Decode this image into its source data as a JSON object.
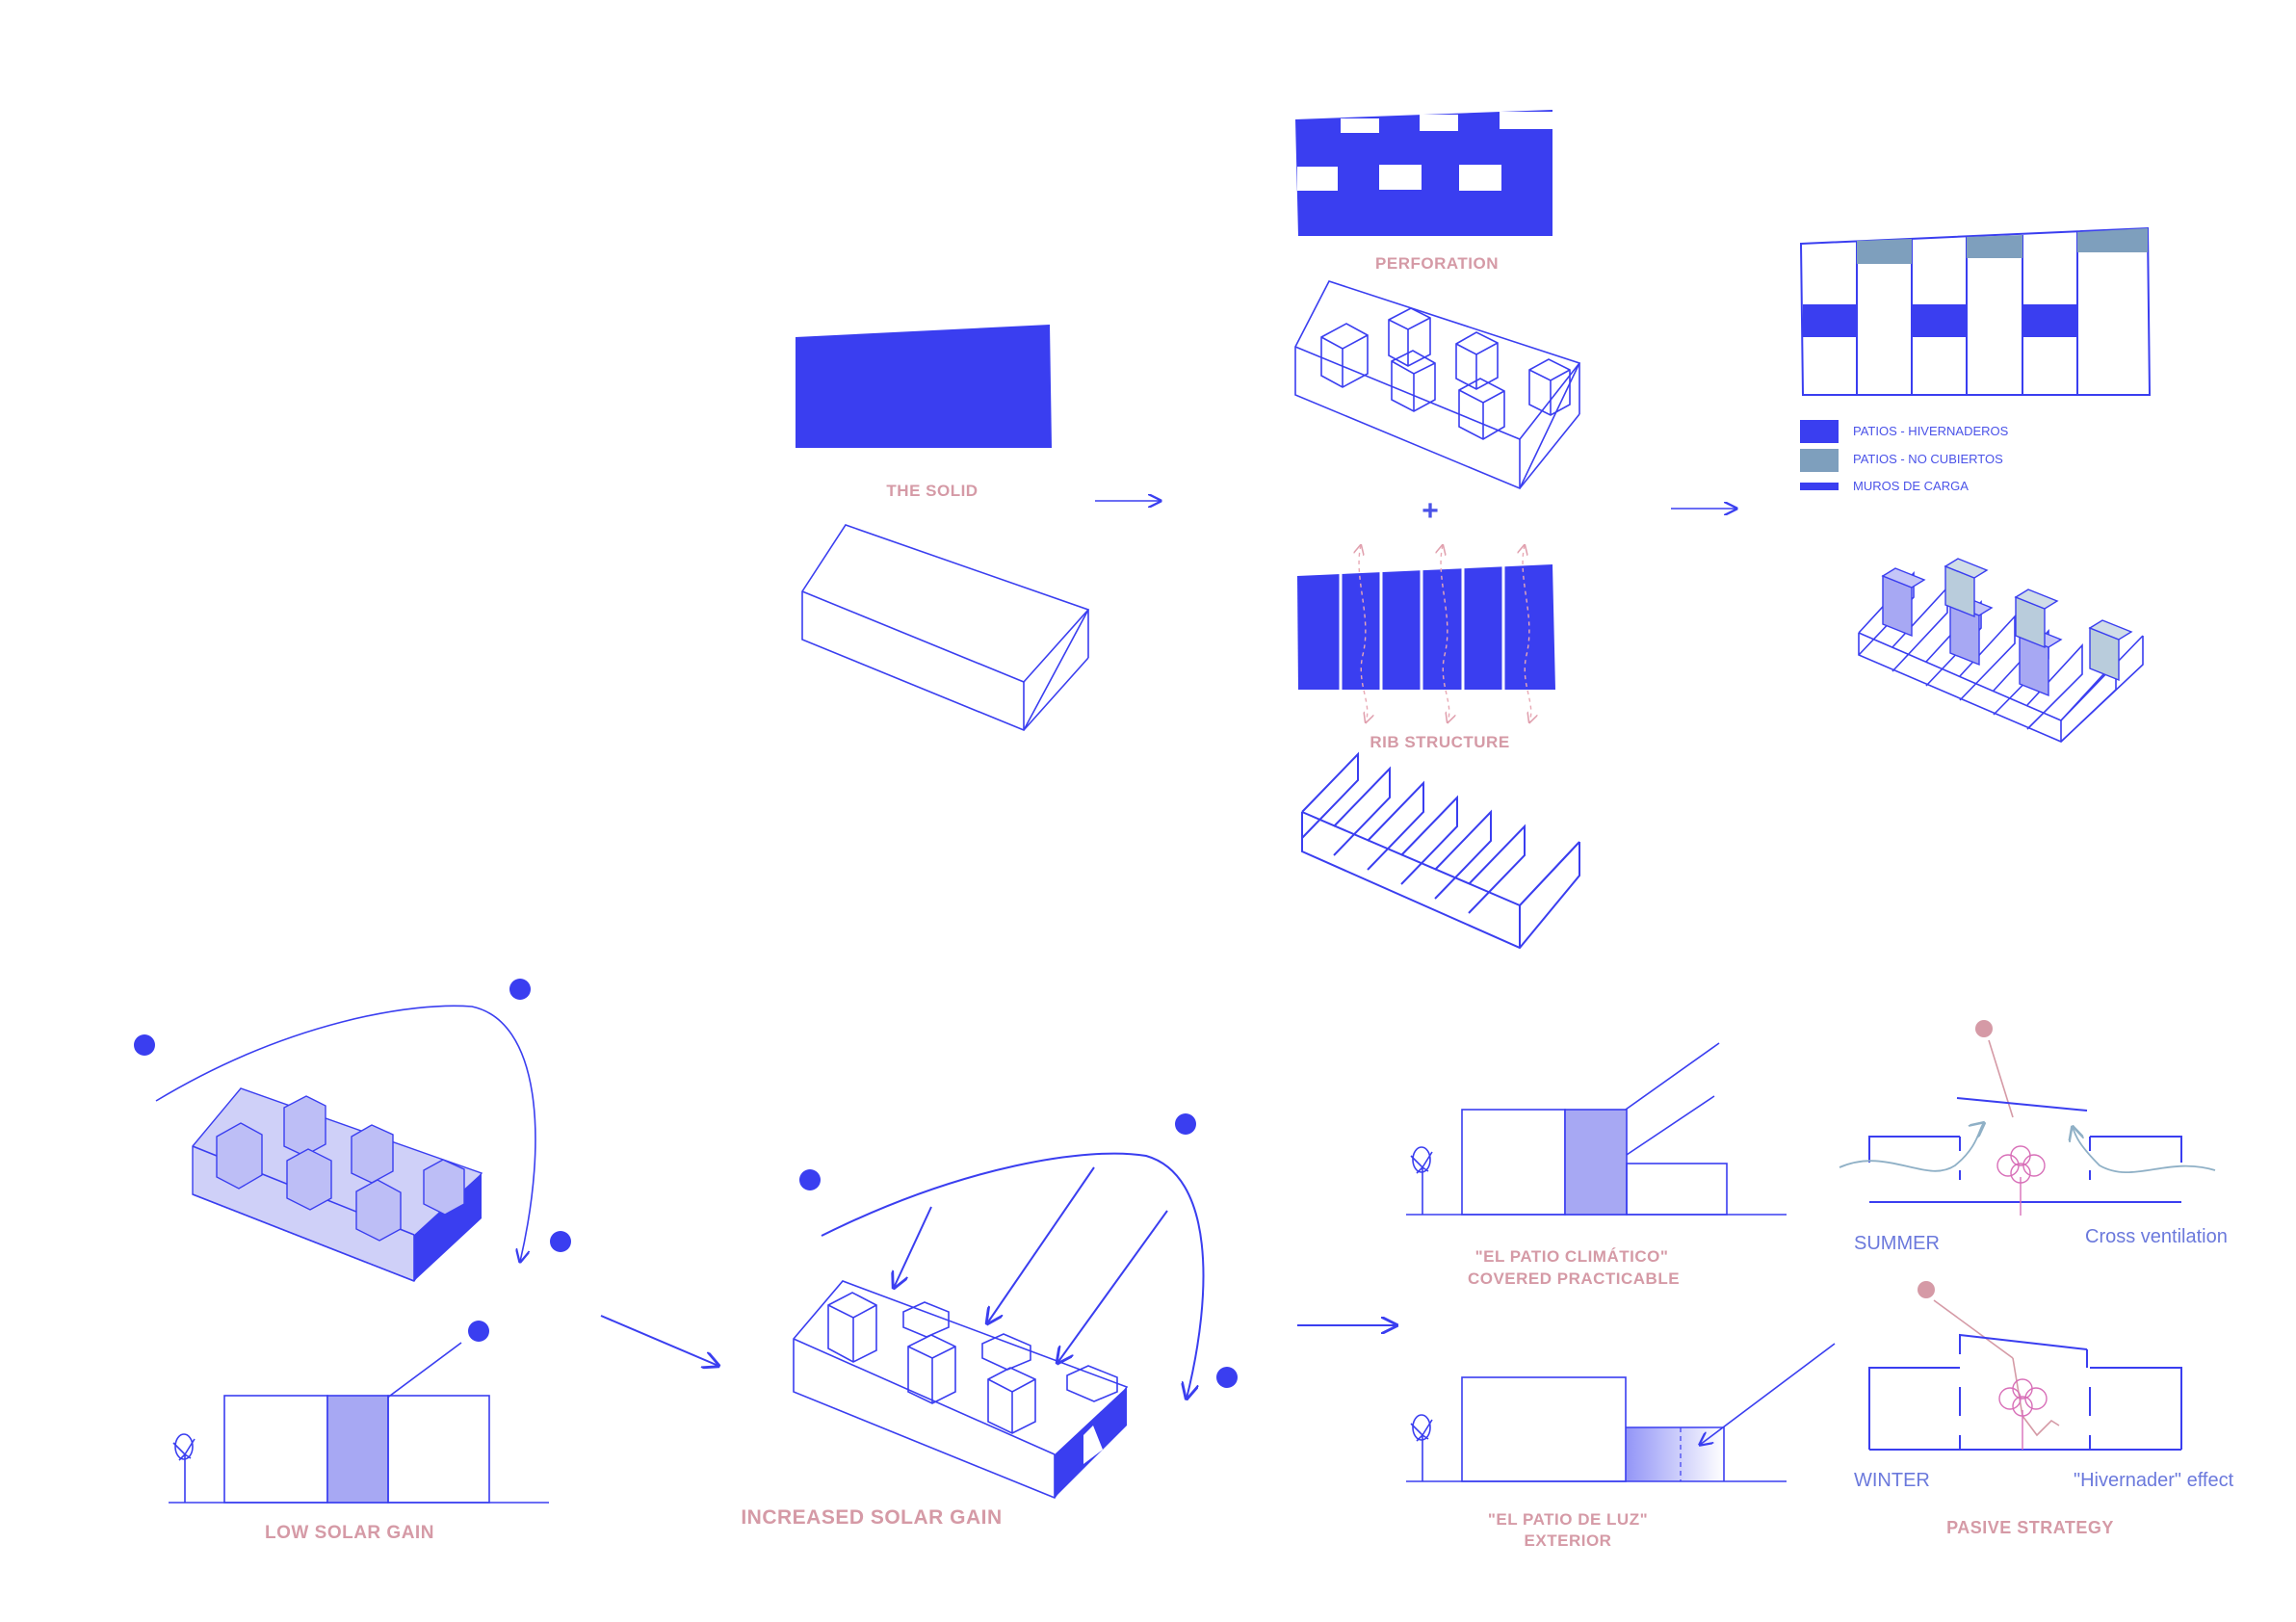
{
  "colors": {
    "primary_blue": "#3a3ef0",
    "light_blue": "#a7a8f3",
    "grey_blue": "#7e9fbd",
    "label_pink": "#d59aa6",
    "arrow_teal": "#8fb0c6"
  },
  "labels": {
    "the_solid": "THE SOLID",
    "perforation": "PERFORATION",
    "rib_structure": "RIB STRUCTURE",
    "plus": "+",
    "low_solar_gain": "LOW SOLAR GAIN",
    "increased_solar_gain": "INCREASED SOLAR GAIN",
    "patio_climatico_1": "\"EL PATIO CLIMÁTICO\"",
    "patio_climatico_2": "COVERED PRACTICABLE",
    "patio_luz_1": "\"EL PATIO DE LUZ\"",
    "patio_luz_2": "EXTERIOR",
    "summer": "SUMMER",
    "cross_ventilation": "Cross ventilation",
    "winter": "WINTER",
    "hivernader_effect": "\"Hivernader\" effect",
    "pasive_strategy": "PASIVE STRATEGY"
  },
  "legend": [
    {
      "label": "PATIOS - HIVERNADEROS",
      "swatch": "#3a3ef0",
      "kind": "box"
    },
    {
      "label": "PATIOS - NO CUBIERTOS",
      "swatch": "#7e9fbd",
      "kind": "box"
    },
    {
      "label": "MUROS DE CARGA",
      "swatch": "#3a3ef0",
      "kind": "bar"
    }
  ]
}
